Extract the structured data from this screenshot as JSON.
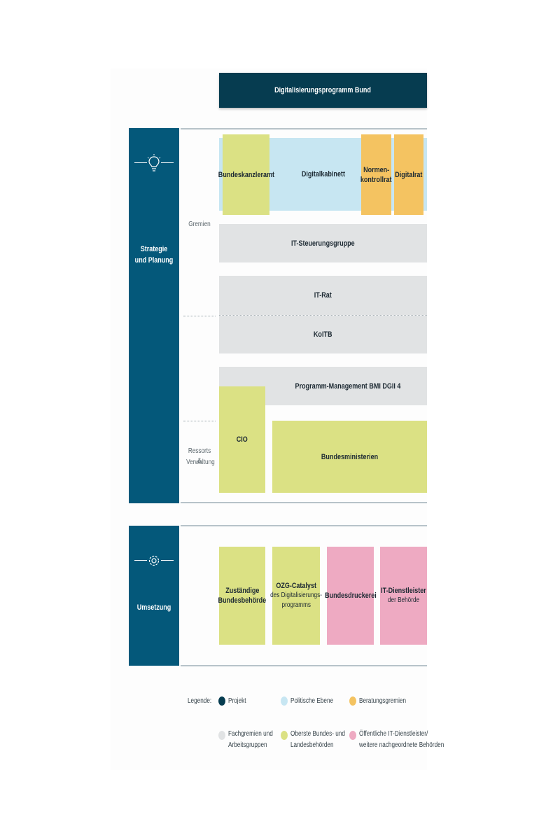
{
  "header": {
    "title": "Digitalisierungsprogramm Bund"
  },
  "sections": {
    "strategy": {
      "title_line1": "Strategie",
      "title_line2": "und Planung",
      "icon": "lightbulb-icon"
    },
    "implementation": {
      "title": "Umsetzung",
      "icon": "gear-icon"
    }
  },
  "row_labels": {
    "gremien": "Gremien",
    "ressorts_line1": "Ressorts &",
    "ressorts_line2": "Verwaltung"
  },
  "boxes": {
    "bundeskanzleramt": "Bundeskanzleramt",
    "digitalkabinett": "Digitalkabinett",
    "normenkontrollrat_line1": "Normen-",
    "normenkontrollrat_line2": "kontrollrat",
    "digitalrat": "Digitalrat",
    "it_steuerungsgruppe": "IT-Steuerungsgruppe",
    "it_rat": "IT-Rat",
    "koitb": "KoITB",
    "programm_management": "Programm-Management BMI DGII 4",
    "cio": "CIO",
    "bundesministerien": "Bundesministerien",
    "zustaendige_line1": "Zuständige",
    "zustaendige_line2": "Bundesbehörde",
    "ozg_title": "OZG-Catalyst",
    "ozg_sub_line1": "des Digitalisierungs-",
    "ozg_sub_line2": "programms",
    "bundesdruckerei": "Bundesdruckerei",
    "it_dienstleister_title": "IT-Dienstleister",
    "it_dienstleister_sub": "der Behörde"
  },
  "legend": {
    "label": "Legende:",
    "items": [
      {
        "text_line1": "Projekt",
        "text_line2": ""
      },
      {
        "text_line1": "Politische Ebene",
        "text_line2": ""
      },
      {
        "text_line1": "Beratungsgremien",
        "text_line2": ""
      },
      {
        "text_line1": "Fachgremien und",
        "text_line2": "Arbeitsgruppen"
      },
      {
        "text_line1": "Oberste Bundes- und",
        "text_line2": "Landesbehörden"
      },
      {
        "text_line1": "Öffentliche IT-Dienstleister/",
        "text_line2": "weitere nachgeordnete Behörden"
      }
    ]
  },
  "colors": {
    "project": "#063c50",
    "political": "#c7e6f2",
    "advisory": "#f4c361",
    "committee": "#e1e3e4",
    "authority": "#dbe184",
    "service": "#eeaac2",
    "sidebar": "#04587a"
  }
}
